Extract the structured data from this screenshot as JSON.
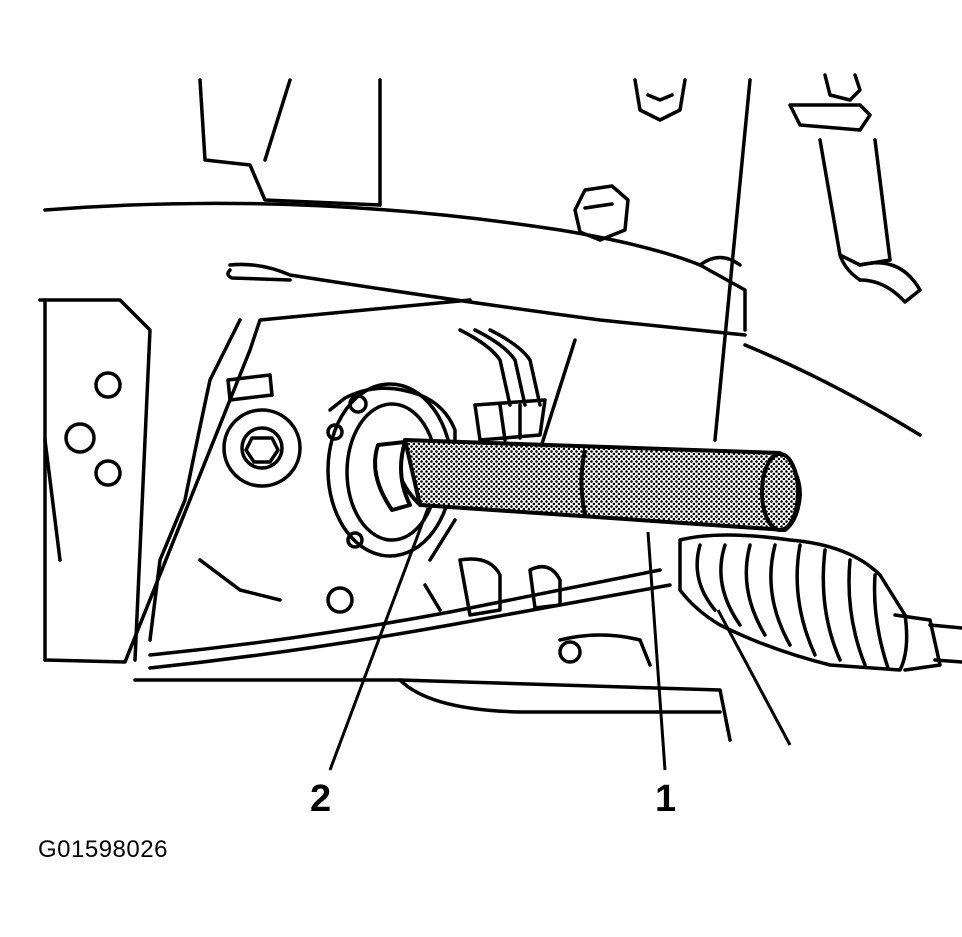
{
  "figure": {
    "id": "G01598026",
    "callouts": [
      {
        "number": "1"
      },
      {
        "number": "2"
      }
    ]
  },
  "colors": {
    "line": "#000000",
    "background": "#ffffff",
    "tool_fill": "#5a5a5a"
  }
}
